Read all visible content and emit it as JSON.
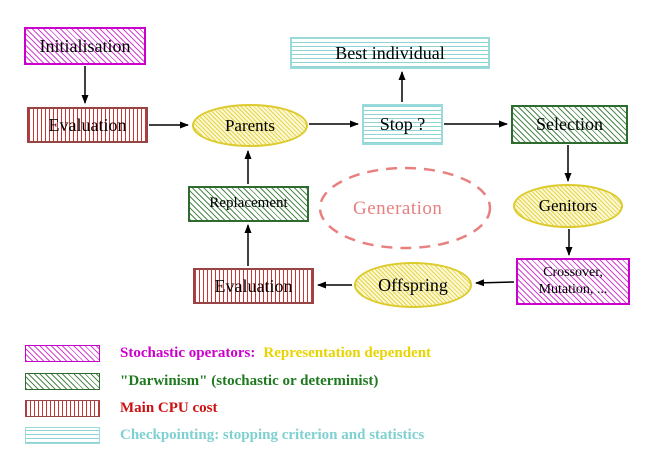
{
  "nodes": {
    "initialisation": "Initialisation",
    "best_individual": "Best individual",
    "evaluation_top": "Evaluation",
    "parents": "Parents",
    "stop": "Stop ?",
    "selection": "Selection",
    "replacement": "Replacement",
    "generation": "Generation",
    "genitors": "Genitors",
    "evaluation_bottom": "Evaluation",
    "offspring": "Offspring",
    "crossover_line1": "Crossover,",
    "crossover_line2": "Mutation, ..."
  },
  "legend": {
    "stochastic_label": "Stochastic operators:",
    "stochastic_extra": "Representation dependent",
    "darwinism": "\"Darwinism\" (stochastic or determinist)",
    "cpu": "Main CPU cost",
    "checkpointing": "Checkpointing: stopping criterion and statistics"
  },
  "colors": {
    "magenta": "#cc00cc",
    "red_hatch": "#cc3333",
    "red_text": "#cc1111",
    "green": "#2e6b2e",
    "cyan": "#8fd5d5",
    "yellow_hatch": "#e6d64a",
    "yellow_text": "#e8d400",
    "salmon": "#e88080",
    "arrow": "#000000"
  }
}
